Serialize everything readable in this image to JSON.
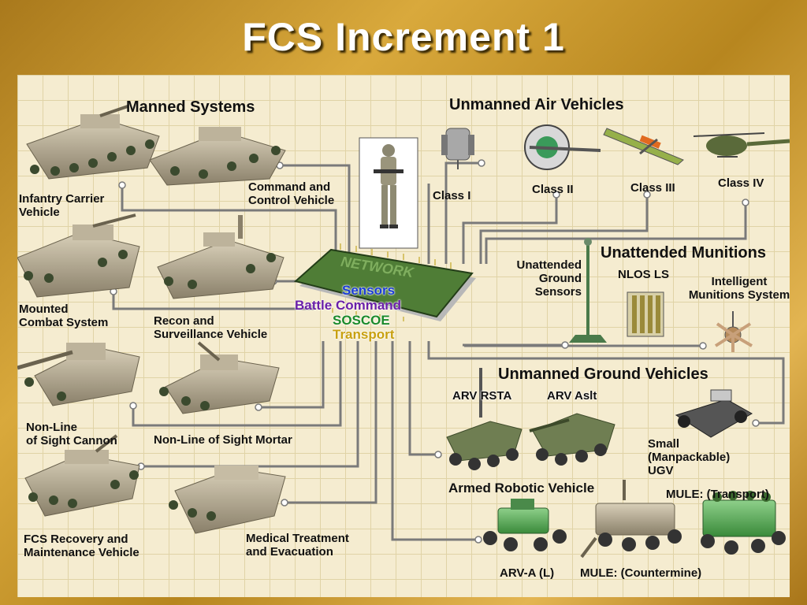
{
  "title": "FCS Increment 1",
  "sections": {
    "manned": "Manned Systems",
    "uav": "Unmanned Air Vehicles",
    "munitions": "Unattended Munitions",
    "ugv": "Unmanned Ground Vehicles"
  },
  "hub": {
    "network": "NETWORK",
    "sensors": "Sensors",
    "battle_command": "Battle Command",
    "soscoe": "SOSCOE",
    "transport": "Transport"
  },
  "manned_systems": {
    "icv": "Infantry Carrier\nVehicle",
    "c2v": "Command and\nControl Vehicle",
    "mcs": "Mounted\nCombat System",
    "rsv": "Recon and\nSurveillance Vehicle",
    "nlosc": "Non-Line\nof Sight Cannon",
    "nlosm": "Non-Line of Sight Mortar",
    "frmv": "FCS Recovery and\nMaintenance Vehicle",
    "mtev": "Medical Treatment\nand Evacuation"
  },
  "uav_classes": {
    "c1": "Class I",
    "c2": "Class II",
    "c3": "Class III",
    "c4": "Class IV"
  },
  "munitions_items": {
    "ugs": "Unattended\nGround\nSensors",
    "nlos_ls": "NLOS LS",
    "ims": "Intelligent\nMunitions System"
  },
  "ugv_items": {
    "arv_rsta": "ARV RSTA",
    "arv_aslt": "ARV Aslt",
    "arv": "Armed Robotic Vehicle",
    "small_ugv": "Small\n(Manpackable)\nUGV",
    "mule_t": "MULE: (Transport)",
    "arv_al": "ARV-A (L)",
    "mule_c": "MULE: (Countermine)"
  },
  "colors": {
    "accent": "#1e2fae",
    "sensors": "#1b3cd6",
    "battle_command": "#6a1fa8",
    "soscoe": "#1a8a2a",
    "transport": "#c8a010",
    "chip": "#4f7d36"
  }
}
